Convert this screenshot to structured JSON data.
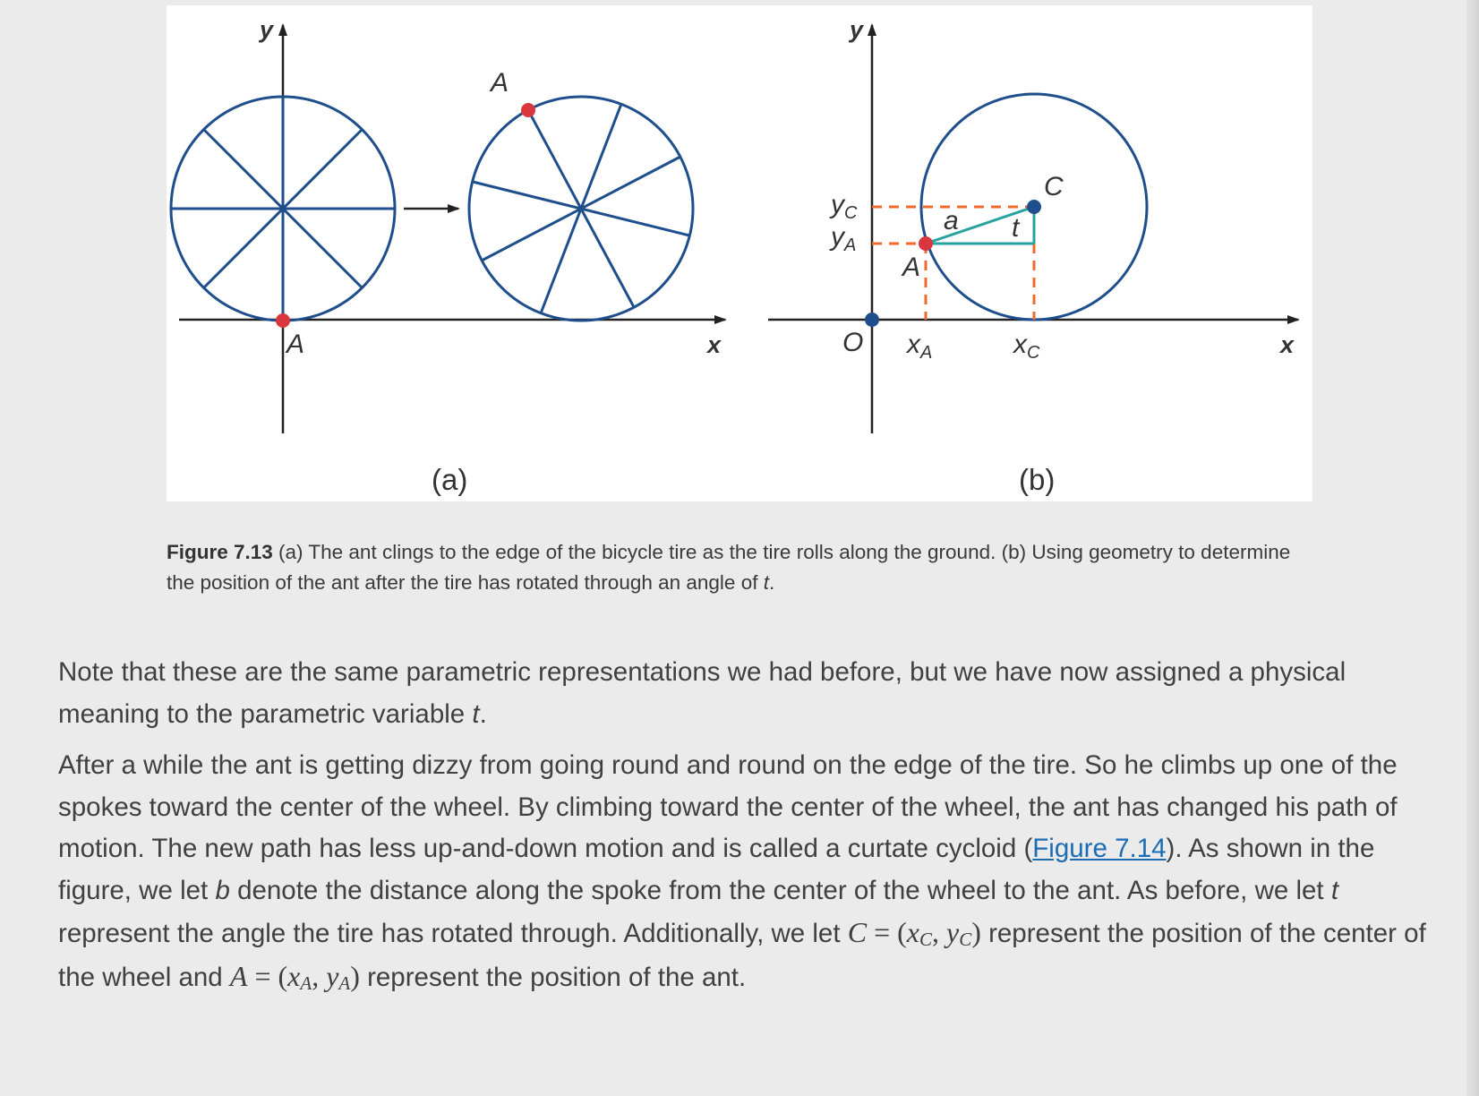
{
  "figure": {
    "panel_a": {
      "y_axis_label": "y",
      "x_axis_label": "x",
      "point_label_ground": "A",
      "point_label_rotated": "A",
      "sublabel": "(a)"
    },
    "panel_b": {
      "y_axis_label": "y",
      "x_axis_label": "x",
      "origin_label": "O",
      "center_label": "C",
      "point_label": "A",
      "radius_label": "a",
      "angle_label": "t",
      "yc_main": "y",
      "yc_sub": "C",
      "ya_main": "y",
      "ya_sub": "A",
      "xa_main": "x",
      "xa_sub": "A",
      "xc_main": "x",
      "xc_sub": "C",
      "sublabel": "(b)"
    },
    "colors": {
      "wheel": "#1f4e8c",
      "ant": "#d9363e",
      "dashed": "#f0682a",
      "radius_triangle": "#26a3a0",
      "axis": "#222222"
    }
  },
  "caption": {
    "label": "Figure 7.13",
    "part1": " (a) The ant clings to the edge of the bicycle tire as the tire rolls along the ground. (b) Using geometry to determine the position of the ant after the tire has rotated through an angle of ",
    "var_t": "t",
    "end": "."
  },
  "paragraph1": {
    "text": "Note that these are the same parametric representations we had before, but we have now assigned a physical meaning to the parametric variable ",
    "var_t": "t",
    "end": "."
  },
  "paragraph2": {
    "part1": "After a while the ant is getting dizzy from going round and round on the edge of the tire. So he climbs up one of the spokes toward the center of the wheel. By climbing toward the center of the wheel, the ant has changed his path of motion. The new path has less up-and-down motion and is called a curtate cycloid (",
    "link_text": "Figure 7.14",
    "part2": "). As shown in the figure, we let ",
    "var_b": "b",
    "part3": " denote the distance along the spoke from the center of the wheel to the ant. As before, we let ",
    "var_t": "t",
    "part4": " represent the angle the tire has rotated through. Additionally, we let ",
    "math_C": {
      "lhs": "C",
      "eq": " = (",
      "x": "x",
      "x_sub": "C",
      "comma": ", ",
      "y": "y",
      "y_sub": "C",
      "close": ")"
    },
    "part5": " represent the position of the center of the wheel and ",
    "math_A": {
      "lhs": "A",
      "eq": " = (",
      "x": "x",
      "x_sub": "A",
      "comma": ", ",
      "y": "y",
      "y_sub": "A",
      "close": ")"
    },
    "part6": " represent the position of the ant."
  }
}
